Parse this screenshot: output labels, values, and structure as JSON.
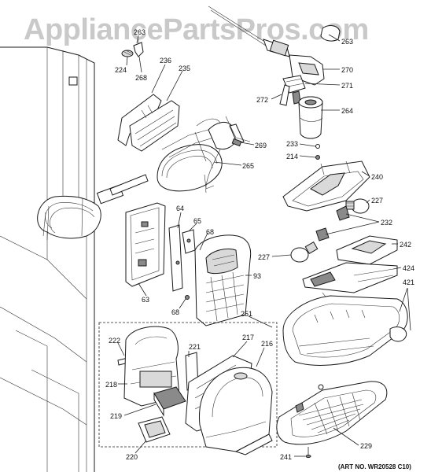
{
  "watermark": "AppliancePartsPros.com",
  "art_number": "(ART NO. WR20528 C10)",
  "labels": {
    "p263a": "263",
    "p263b": "263",
    "p224": "224",
    "p268": "268",
    "p236": "236",
    "p235": "235",
    "p270": "270",
    "p271": "271",
    "p272": "272",
    "p264": "264",
    "p233": "233",
    "p214": "214",
    "p269": "269",
    "p265": "265",
    "p240": "240",
    "p227a": "227",
    "p232": "232",
    "p64": "64",
    "p65": "65",
    "p68a": "68",
    "p242": "242",
    "p227b": "227",
    "p424": "424",
    "p93": "93",
    "p63": "63",
    "p421": "421",
    "p68b": "68",
    "p251": "251",
    "p222": "222",
    "p221": "221",
    "p217": "217",
    "p216": "216",
    "p218": "218",
    "p219": "219",
    "p220": "220",
    "p229": "229",
    "p241": "241"
  }
}
